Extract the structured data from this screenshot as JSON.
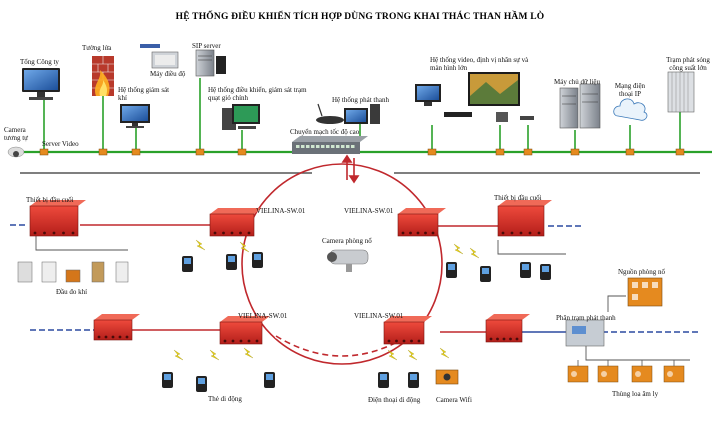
{
  "title": "HỆ THỐNG ĐIỀU KHIỂN TÍCH HỢP DÙNG TRONG KHAI THÁC THAN HẦM LÒ",
  "top": {
    "tong_cong_ty": "Tổng Công ty",
    "tuong_lua": "Tường lửa",
    "may_dieu_do": "Máy điều độ",
    "sip_server": "SIP server",
    "giam_sat_khi": "Hệ thống giám sát khí",
    "he_thong_dieu_khien": "Hệ thống điều khiển, giám sát trạm quạt gió chính",
    "video_system": "Hệ thống video, định vị nhân sự và màn hình lớn",
    "may_chu_du_lieu": "Máy chủ dữ liệu",
    "mang_dien_thoai_ip": "Mạng điện thoại IP",
    "tram_phat_song": "Trạm phát sóng công suất lớn",
    "camera_tuong_tu": "Camera tương tự",
    "server_video": "Server Video",
    "he_thong_phat_thanh": "Hệ thống phát thanh",
    "chuyen_mach": "Chuyển mạch tốc độ cao"
  },
  "bottom": {
    "thiet_bi_dau_cuoi_left": "Thiết bị đầu cuối",
    "thiet_bi_dau_cuoi_right": "Thiết bị đầu cuối",
    "dau_do_khi": "Đầu đo khí",
    "switch_tl": "VIELINA-SW.01",
    "switch_tr": "VIELINA-SW.01",
    "switch_bl": "VIELINA-SW.01",
    "switch_br": "VIELINA-SW.01",
    "camera_phong_no": "Camera phòng nổ",
    "the_di_dong": "Thẻ di động",
    "dien_thoai_di_dong": "Điện thoại di động",
    "camera_wifi": "Camera Wifi",
    "nguon_phong_no": "Nguồn phòng nổ",
    "phan_tram_phat_thanh": "Phân trạm phát thanh",
    "thung_loa_am_ly": "Thùng loa âm ly"
  },
  "colors": {
    "bus_green": "#2aa12a",
    "node_orange": "#e58a1f",
    "ring_red": "#c0282d",
    "device_red": "#d42a26",
    "fiber_blue": "#2b4aa0",
    "copper_gray": "#555555"
  }
}
